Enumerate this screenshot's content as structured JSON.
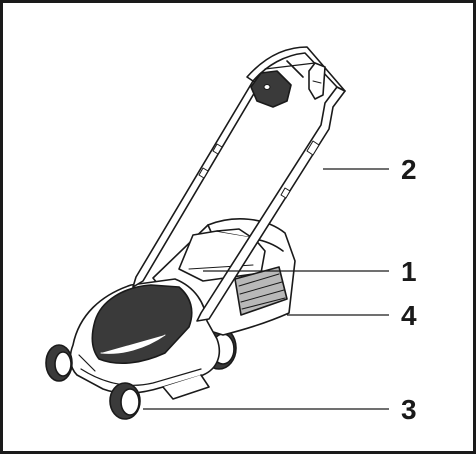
{
  "diagram": {
    "callouts": [
      {
        "id": "1",
        "label": "1"
      },
      {
        "id": "2",
        "label": "2"
      },
      {
        "id": "3",
        "label": "3"
      },
      {
        "id": "4",
        "label": "4"
      }
    ],
    "colors": {
      "line": "#1a1a1a",
      "fill": "#ffffff",
      "dark": "#3a3a3a",
      "grey": "#b8b8b8"
    }
  }
}
